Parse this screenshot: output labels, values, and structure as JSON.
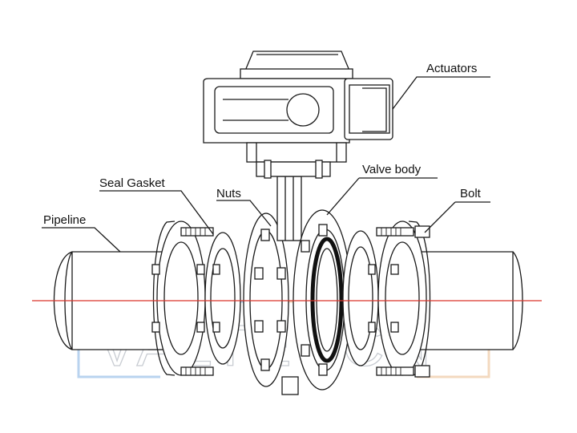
{
  "labels": {
    "actuators": "Actuators",
    "valve_body": "Valve body",
    "seal_gasket": "Seal Gasket",
    "nuts": "Nuts",
    "bolt": "Bolt",
    "pipeline": "Pipeline"
  },
  "watermark": {
    "text": "VALTECCN",
    "left_color": "#b9d3ef",
    "right_color": "#f3d9bf"
  },
  "colors": {
    "centerline": "#d9342b",
    "stroke": "#1a1a1a"
  }
}
